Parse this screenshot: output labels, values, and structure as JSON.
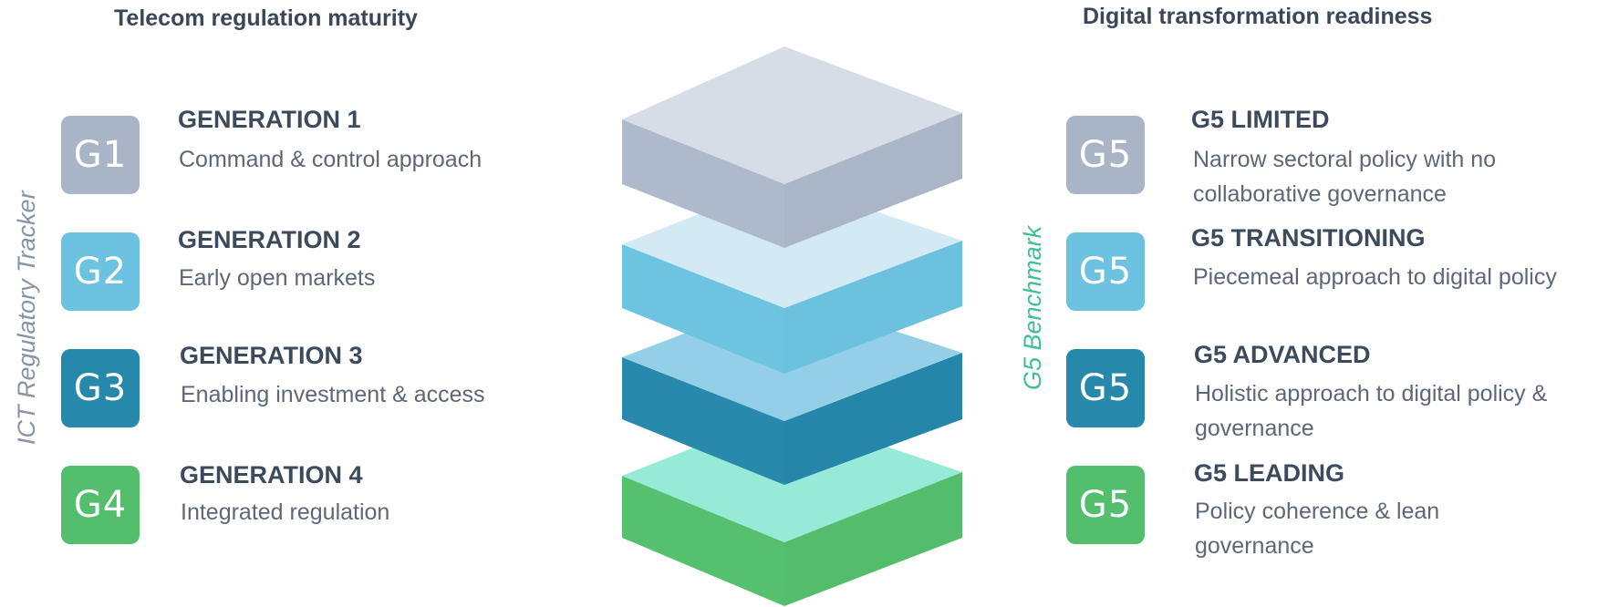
{
  "left_panel": {
    "heading": "Telecom regulation maturity",
    "side_label": "ICT Regulatory Tracker",
    "side_label_color": "#8a93a3",
    "items": [
      {
        "badge": "G1",
        "title": "GENERATION 1",
        "desc": "Command & control approach",
        "color": "#a9b5c6"
      },
      {
        "badge": "G2",
        "title": "GENERATION 2",
        "desc": "Early open markets",
        "color": "#6cc2e0"
      },
      {
        "badge": "G3",
        "title": "GENERATION 3",
        "desc": "Enabling investment & access",
        "color": "#2689ac"
      },
      {
        "badge": "G4",
        "title": "GENERATION 4",
        "desc": "Integrated regulation",
        "color": "#53bf6d"
      }
    ]
  },
  "right_panel": {
    "heading": "Digital transformation readiness",
    "side_label": "G5 Benchmark",
    "side_label_color": "#3fbf95",
    "items": [
      {
        "badge": "G5",
        "title": "G5 LIMITED",
        "desc": "Narrow sectoral policy with no collaborative governance",
        "color": "#a9b5c6"
      },
      {
        "badge": "G5",
        "title": "G5 TRANSITIONING",
        "desc": "Piecemeal approach to digital policy",
        "color": "#6cc2e0"
      },
      {
        "badge": "G5",
        "title": "G5 ADVANCED",
        "desc": "Holistic approach to digital policy & governance",
        "color": "#2689ac"
      },
      {
        "badge": "G5",
        "title": "G5 LEADING",
        "desc": "Policy coherence & lean governance",
        "color": "#53bf6d"
      }
    ]
  },
  "layers": [
    {
      "top": "#d7dde7",
      "left": "#aebacb",
      "right": "#aab6c8"
    },
    {
      "top": "#d3eaf4",
      "left": "#6ec3e0",
      "right": "#6cc1df"
    },
    {
      "top": "#93d0e8",
      "left": "#2889ac",
      "right": "#2586a9"
    },
    {
      "top": "#97ead8",
      "left": "#55c06e",
      "right": "#53bd6b"
    }
  ]
}
